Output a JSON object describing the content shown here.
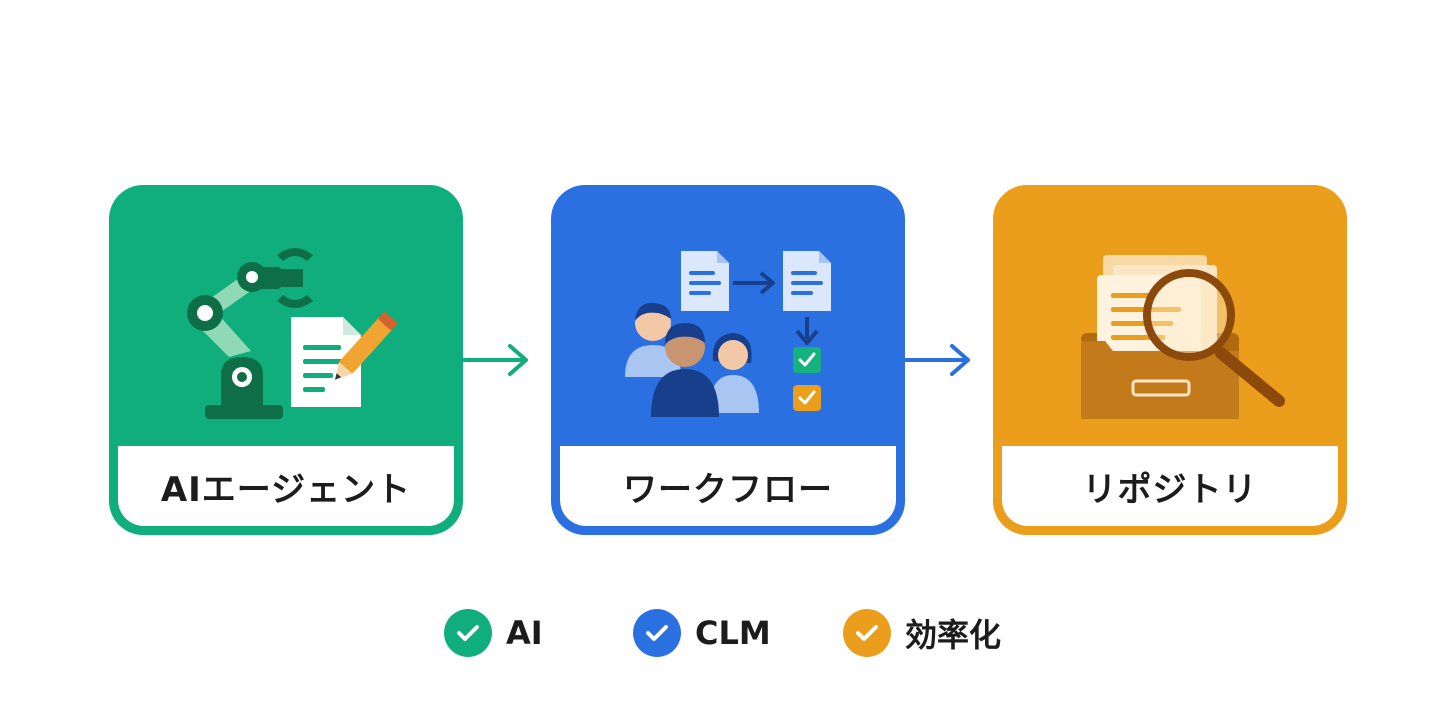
{
  "colors": {
    "green": "#0fae7c",
    "blue": "#2a70e1",
    "orange": "#eb9e1b"
  },
  "steps": [
    {
      "label": "AIエージェント",
      "icon": "robot-arm-writing-document-icon"
    },
    {
      "label": "ワークフロー",
      "icon": "team-workflow-approval-icon"
    },
    {
      "label": "リポジトリ",
      "icon": "archive-search-icon"
    }
  ],
  "legend": [
    {
      "label": "AI",
      "icon": "check-circle-icon"
    },
    {
      "label": "CLM",
      "icon": "check-circle-icon"
    },
    {
      "label": "効率化",
      "icon": "check-circle-icon"
    }
  ]
}
